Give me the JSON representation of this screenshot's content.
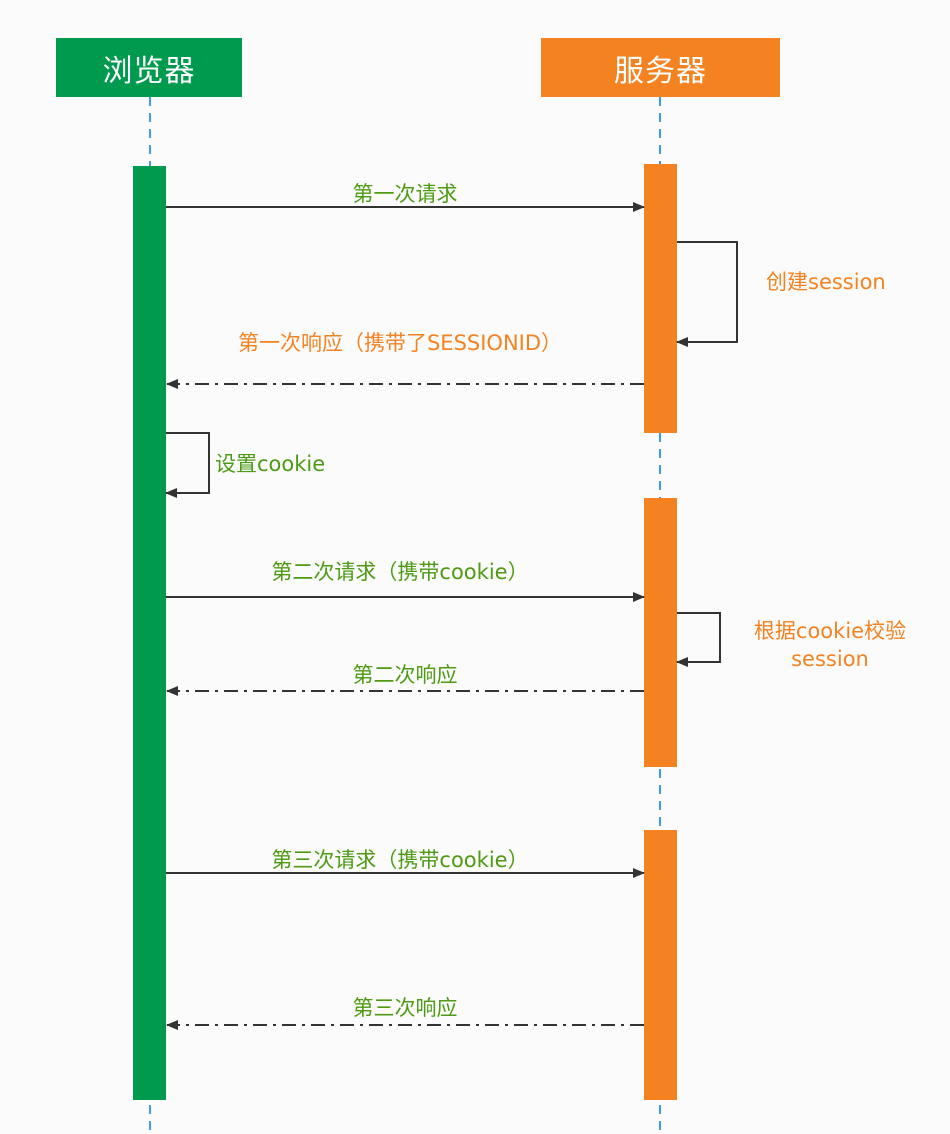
{
  "colors": {
    "client": "#009a4e",
    "server": "#f58220",
    "client_text": "#4e9a13",
    "server_text": "#f58220",
    "lifeline": "#3d9be9",
    "arrow": "#333333",
    "background": "#fbfbfb"
  },
  "participants": {
    "client": "浏览器",
    "server": "服务器"
  },
  "messages": {
    "m1": "第一次请求",
    "self_server_1": "创建session",
    "m2": "第一次响应（携带了SESSIONID）",
    "self_client": "设置cookie",
    "m3": "第二次请求（携带cookie）",
    "self_server_2_line1": "根据cookie校验",
    "self_server_2_line2": "session",
    "m4": "第二次响应",
    "m5": "第三次请求（携带cookie）",
    "m6": "第三次响应"
  }
}
